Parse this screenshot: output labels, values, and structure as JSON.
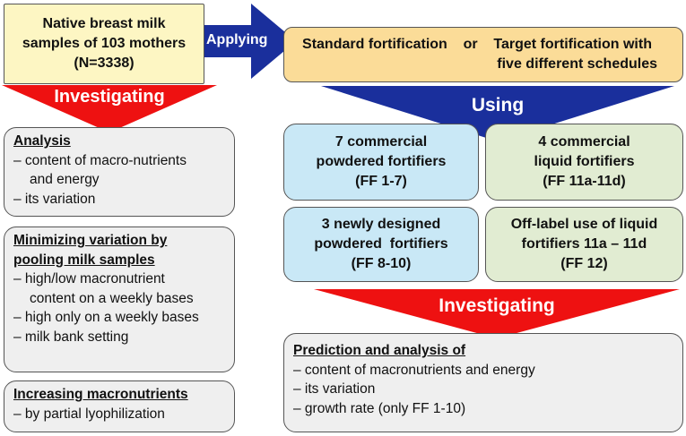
{
  "source_box": {
    "lines": [
      "Native breast milk",
      "samples of 103 mothers",
      "(N=3338)"
    ]
  },
  "applying_arrow": {
    "label": "Applying"
  },
  "fortification_box": {
    "line1": "Standard fortification    or    Target fortification with",
    "line2": "five different schedules"
  },
  "investigating_arrow_left": {
    "label": "Investigating"
  },
  "using_arrow": {
    "label": "Using"
  },
  "investigating_arrow_right": {
    "label": "Investigating"
  },
  "analysis_box": {
    "heading": "Analysis",
    "items": [
      "– content of macro-nutrients",
      "and energy",
      "– its variation"
    ]
  },
  "pooling_box": {
    "heading_lines": [
      "Minimizing variation by",
      "pooling milk samples"
    ],
    "items": [
      "– high/low macronutrient",
      "content on a weekly bases",
      "– high only on a weekly bases",
      "– milk bank setting"
    ]
  },
  "increasing_box": {
    "heading": "Increasing macronutrients",
    "items": [
      "– by partial lyophilization"
    ]
  },
  "fortifier_boxes": [
    {
      "lines": [
        "7 commercial",
        "powdered fortifiers",
        "(FF 1-7)"
      ]
    },
    {
      "lines": [
        "4 commercial",
        "liquid fortifiers",
        "(FF 11a-11d)"
      ]
    },
    {
      "lines": [
        "3 newly designed",
        "powdered  fortifiers",
        "(FF 8-10)"
      ]
    },
    {
      "lines": [
        "Off-label use of liquid",
        "fortifiers 11a – 11d",
        "(FF 12)"
      ]
    }
  ],
  "prediction_box": {
    "heading": "Prediction and analysis of",
    "items": [
      "– content of macronutrients and energy",
      "– its variation",
      "– growth rate (only FF 1-10)"
    ]
  },
  "colors": {
    "blue_arrow": "#1a2f9c",
    "red_arrow": "#ee1111",
    "yellow_box": "#fdf6c3",
    "orange_box": "#fbdc98",
    "grey_box": "#efefef",
    "blue_box": "#c9e8f6",
    "green_box": "#e1ecd2"
  }
}
